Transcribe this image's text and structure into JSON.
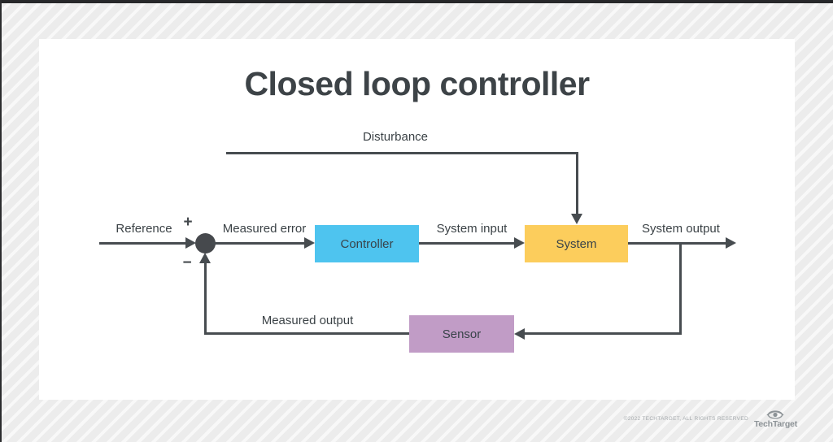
{
  "page": {
    "title": "Closed loop controller"
  },
  "diagram": {
    "labels": {
      "disturbance": "Disturbance",
      "reference": "Reference",
      "plus": "+",
      "minus": "−",
      "measured_error": "Measured error",
      "system_input": "System input",
      "system_output": "System output",
      "measured_output": "Measured output"
    },
    "blocks": {
      "controller": {
        "label": "Controller",
        "color": "#4ec4ef"
      },
      "system": {
        "label": "System",
        "color": "#fccd5c"
      },
      "sensor": {
        "label": "Sensor",
        "color": "#c19cc6"
      }
    },
    "line_color": "#474c50",
    "junction_color": "#46494d"
  },
  "footer": {
    "copyright": "©2022 TECHTARGET, ALL RIGHTS RESERVED",
    "brand": "TechTarget",
    "logo": "techtarget-eye-icon"
  },
  "colors": {
    "background": "#ececec",
    "canvas": "#ffffff",
    "text": "#3b4246",
    "title": "#3d4347",
    "footer_text": "#a4a9ac"
  }
}
